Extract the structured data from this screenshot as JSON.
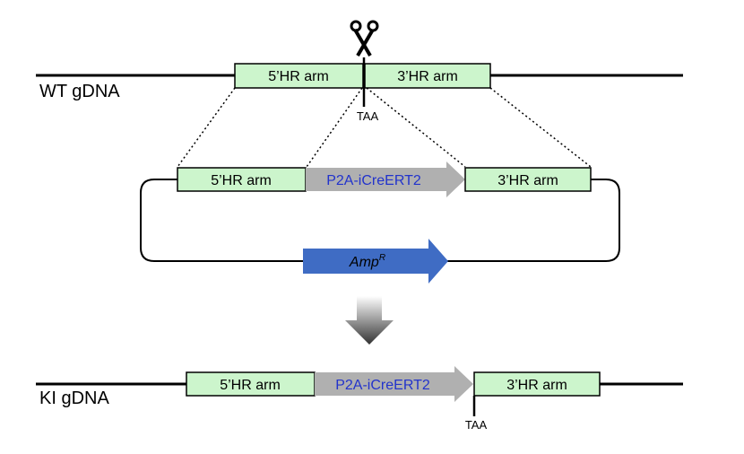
{
  "labels": {
    "wt_gdna": "WT gDNA",
    "ki_gdna": "KI gDNA",
    "hr5": "5’HR arm",
    "hr3": "3’HR arm",
    "p2a": "P2A-iCreERT2",
    "taa": "TAA",
    "amp": "Amp",
    "amp_sup": "R"
  },
  "icons": {
    "cut": "scissors-icon"
  },
  "colors": {
    "hr_fill": "#ccf5cc",
    "p2a_arrow": "#b0b0b0",
    "p2a_text": "#2233cc",
    "amp_arrow": "#3f6cc4",
    "line": "#000000"
  }
}
